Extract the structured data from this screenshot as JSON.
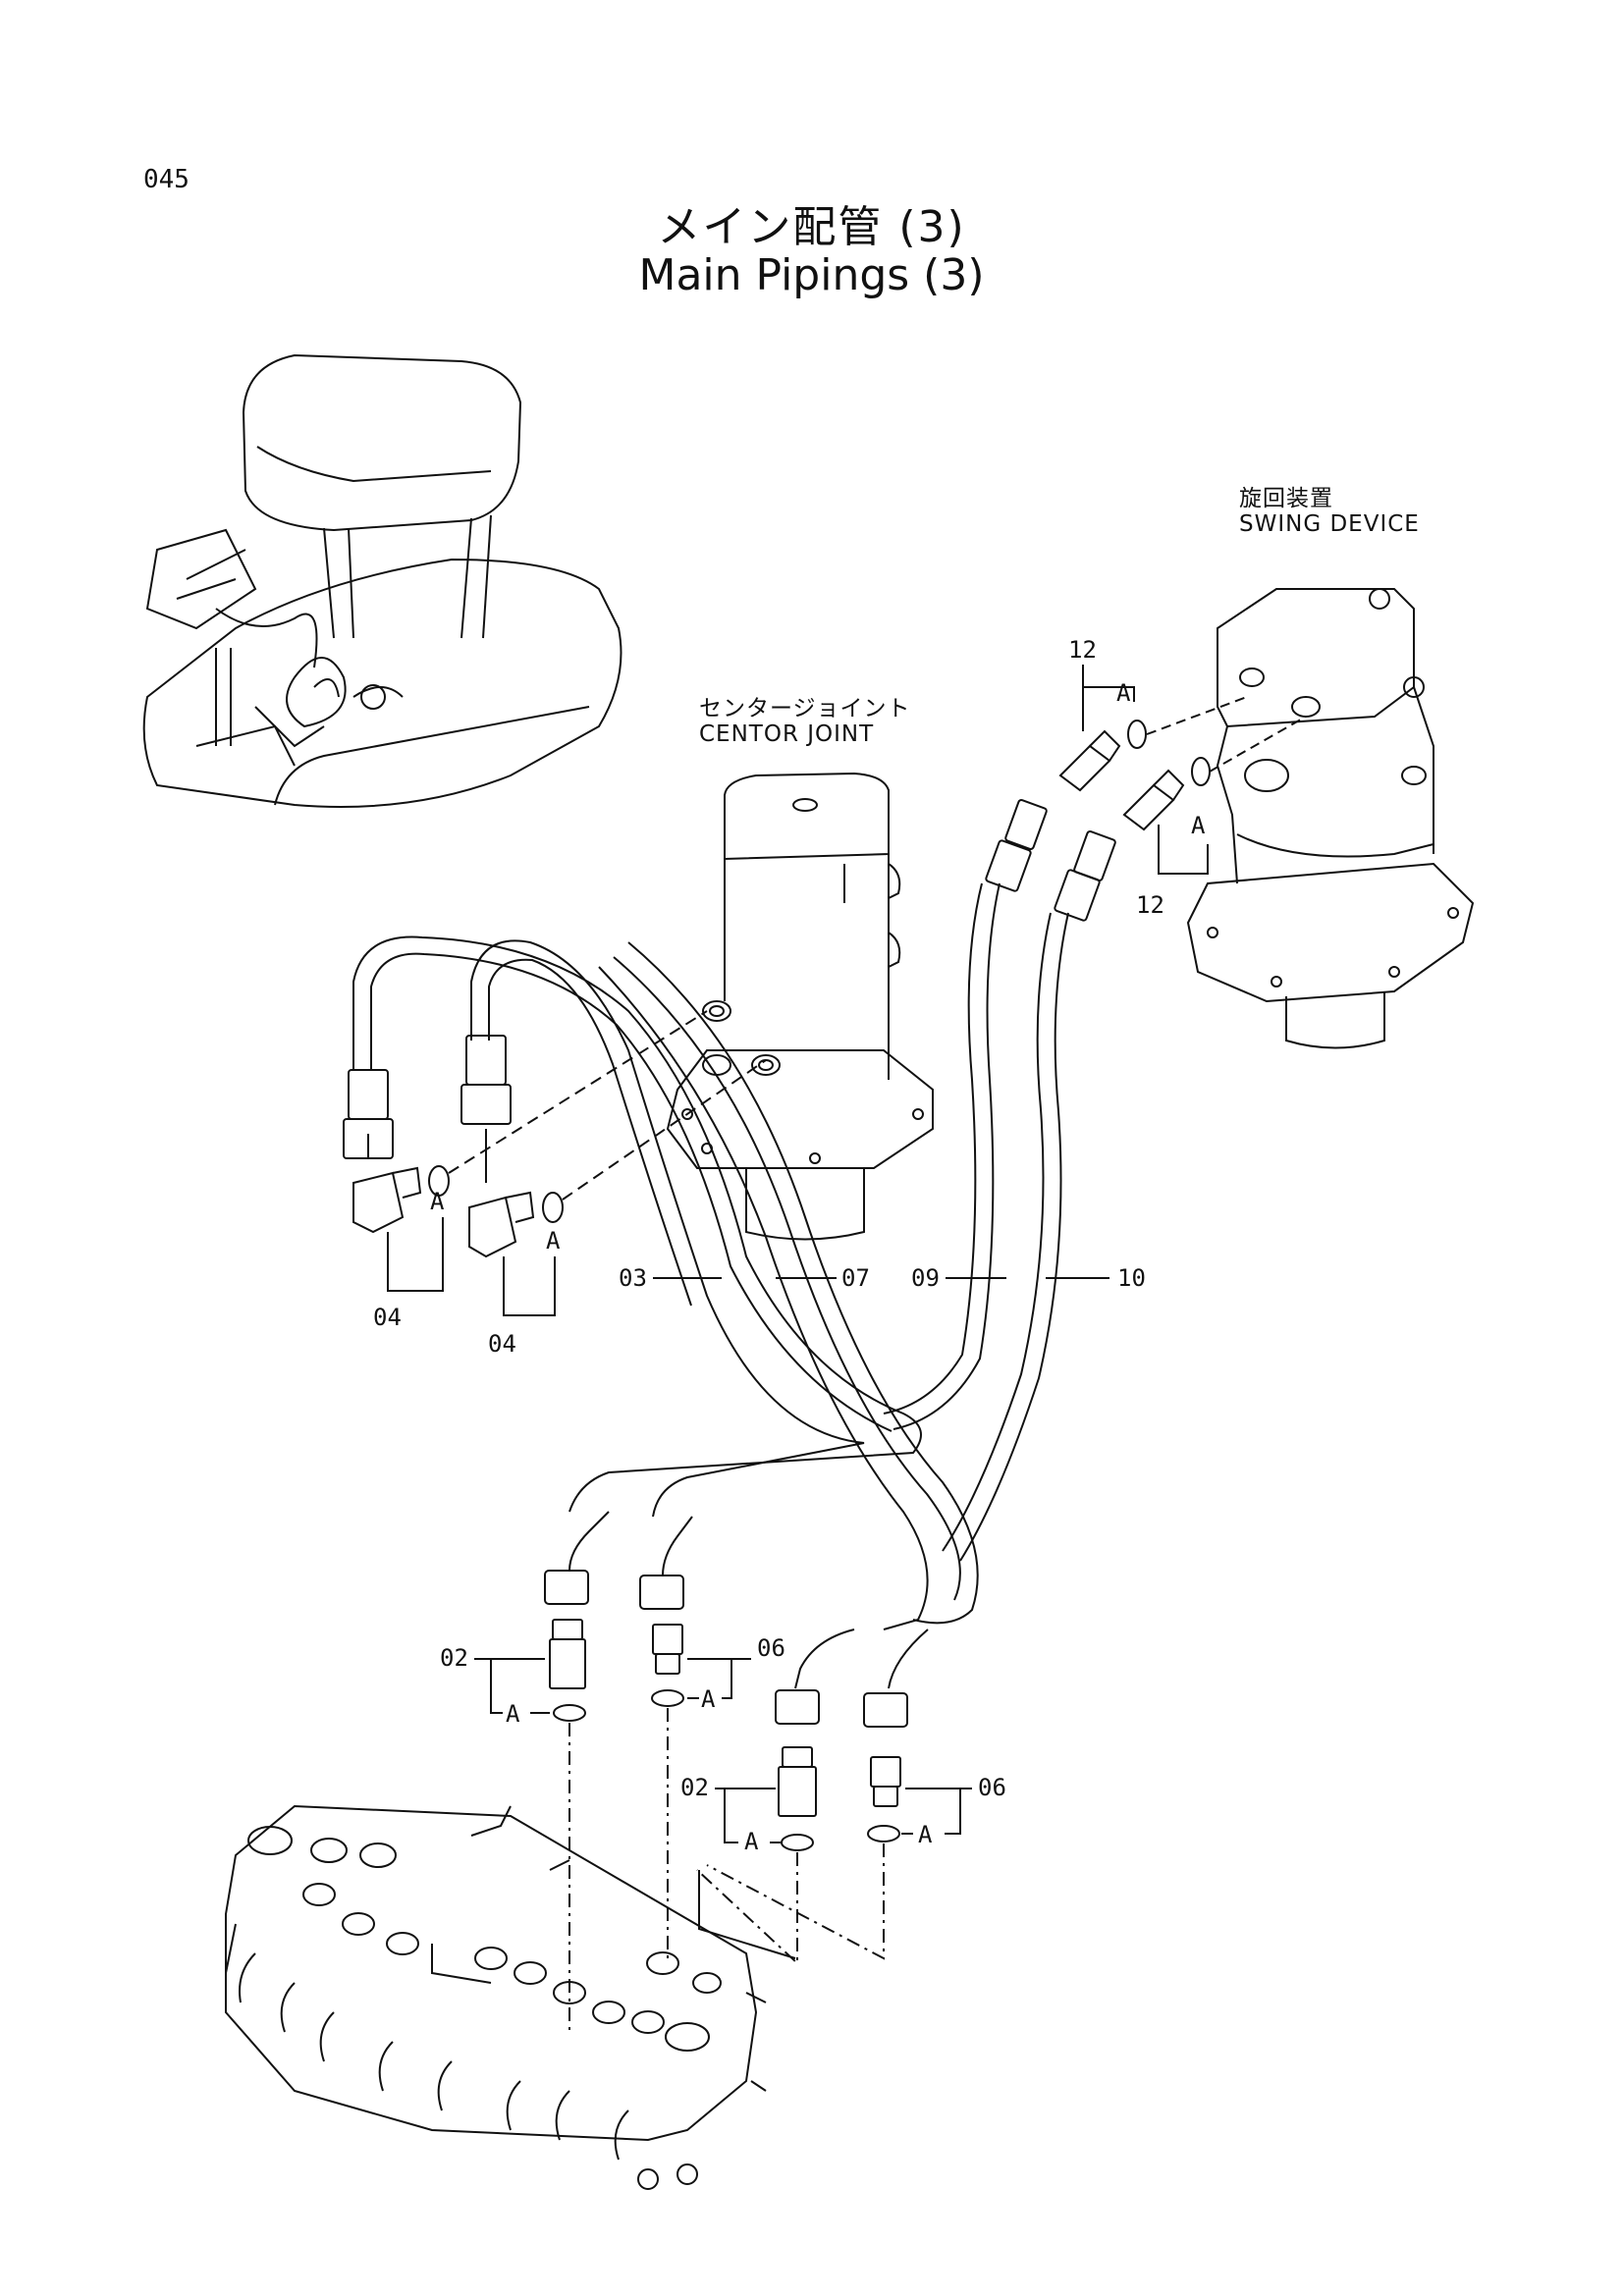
{
  "page_number": "045",
  "title_jp": "メイン配管 (3)",
  "title_en": "Main Pipings (3)",
  "labels": {
    "swing_jp": "旋回装置",
    "swing_en": "SWING DEVICE",
    "center_jp": "センタージョイント",
    "center_en": "CENTOR JOINT"
  },
  "parts": {
    "p02": "02",
    "p03": "03",
    "p04": "04",
    "p06": "06",
    "p07": "07",
    "p09": "09",
    "p10": "10",
    "p12": "12",
    "a": "A"
  }
}
